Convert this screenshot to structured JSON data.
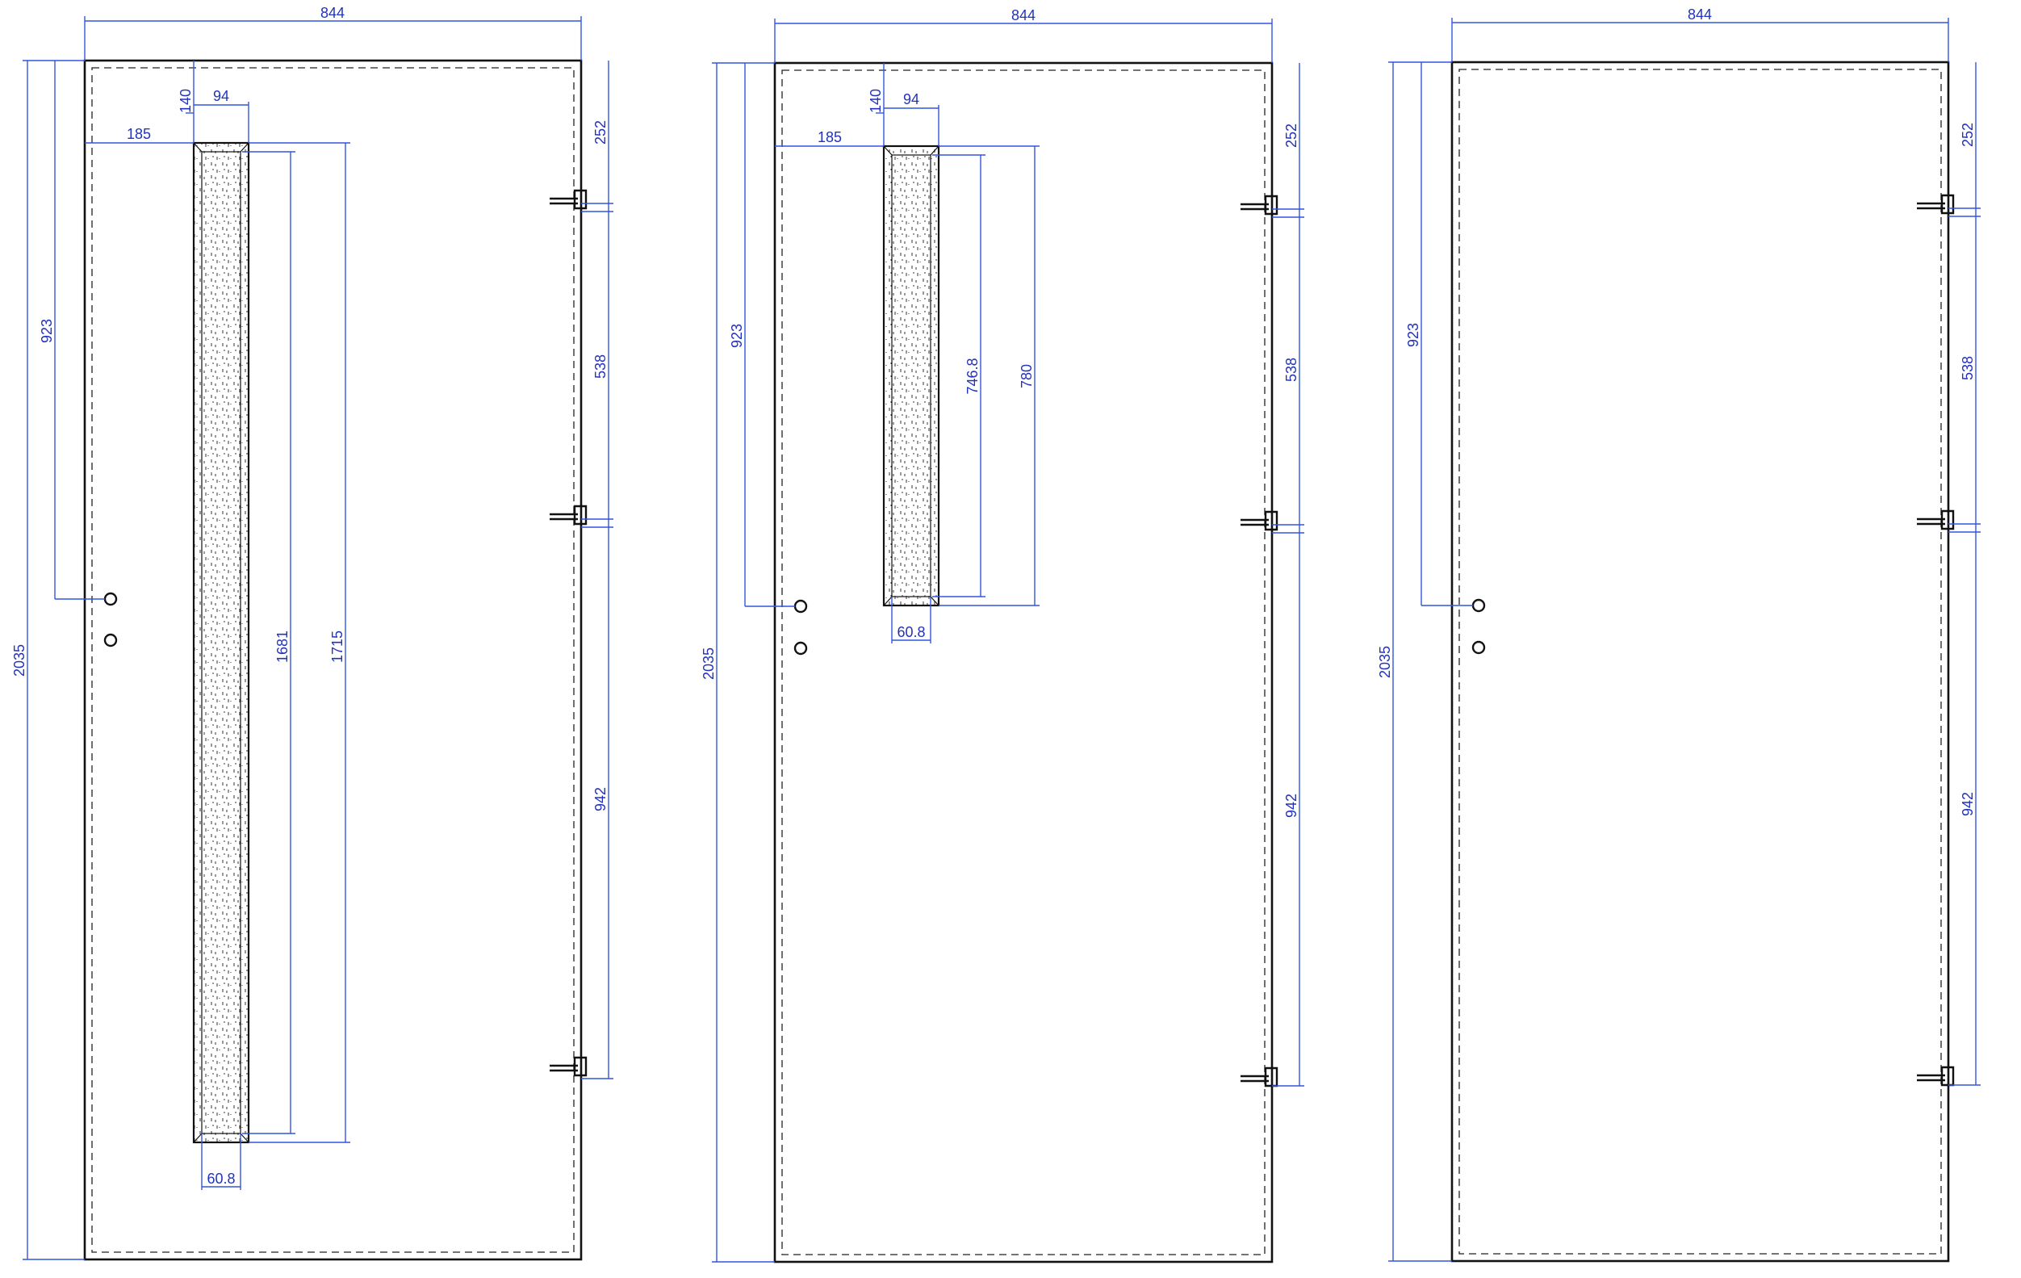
{
  "doors": [
    {
      "variant": "tall-glass",
      "width_label": "844",
      "height_label": "2035",
      "handle_height_label": "923",
      "hinge_labels": [
        "252",
        "538",
        "942"
      ],
      "glass": {
        "top_offset_label": "140",
        "left_offset_label": "185",
        "width_label": "94",
        "visible_width_label": "60.8",
        "visible_height_label": "1681",
        "height_label": "1715"
      }
    },
    {
      "variant": "short-glass",
      "width_label": "844",
      "height_label": "2035",
      "handle_height_label": "923",
      "hinge_labels": [
        "252",
        "538",
        "942"
      ],
      "glass": {
        "top_offset_label": "140",
        "left_offset_label": "185",
        "width_label": "94",
        "visible_width_label": "60.8",
        "visible_height_label": "746.8",
        "height_label": "780"
      }
    },
    {
      "variant": "solid",
      "width_label": "844",
      "height_label": "2035",
      "handle_height_label": "923",
      "hinge_labels": [
        "252",
        "538",
        "942"
      ]
    }
  ]
}
